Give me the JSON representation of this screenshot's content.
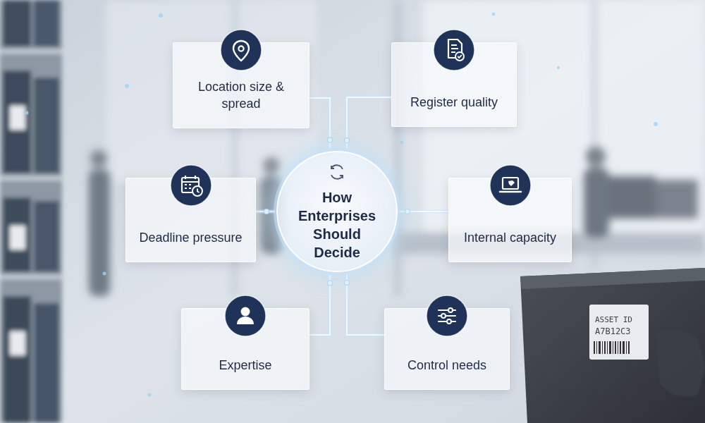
{
  "diagram": {
    "nodes": [
      {
        "text": [
          "Location size & spread"
        ]
      },
      {
        "text": [
          "Register quality"
        ]
      },
      {
        "text": [
          "Deadline pressure"
        ]
      },
      {
        "text": [
          "How Enterprises Should Decide"
        ]
      },
      {
        "text": [
          "Internal capacity"
        ]
      },
      {
        "text": [
          "Expertise"
        ]
      },
      {
        "text": [
          "Control needs"
        ]
      }
    ],
    "edges": [
      {
        "from": 3,
        "to": 0,
        "arrow": "none"
      },
      {
        "from": 3,
        "to": 1,
        "arrow": "none"
      },
      {
        "from": 3,
        "to": 2,
        "arrow": "none"
      },
      {
        "from": 3,
        "to": 4,
        "arrow": "none"
      },
      {
        "from": 3,
        "to": 5,
        "arrow": "none"
      },
      {
        "from": 3,
        "to": 6,
        "arrow": "none"
      }
    ],
    "labels": [
      "ASSET ID",
      "A7B12C3"
    ]
  }
}
